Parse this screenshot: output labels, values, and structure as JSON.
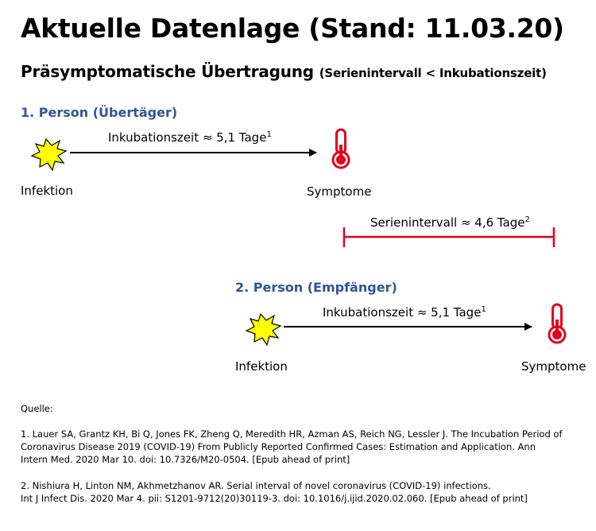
{
  "title": "Aktuelle Datenlage (Stand: 11.03.20)",
  "subtitle": "Präsymptomatische Übertragung",
  "subtitle_note": "(Serienintervall < Inkubationszeit)",
  "person1": {
    "heading": "1. Person (Übertäger)",
    "arrow_label": "Inkubationszeit ≈ 5,1 Tage",
    "arrow_sup": "1",
    "start_label": "Infektion",
    "end_label": "Symptome"
  },
  "serial_interval": {
    "label": "Serienintervall ≈ 4,6 Tage",
    "sup": "2"
  },
  "person2": {
    "heading": "2. Person (Empfänger)",
    "arrow_label": "Inkubationszeit ≈ 5,1 Tage",
    "arrow_sup": "1",
    "start_label": "Infektion",
    "end_label": "Symptome"
  },
  "sources": {
    "heading": "Quelle:",
    "ref1_line1": "1. Lauer SA, Grantz KH, Bi Q, Jones FK, Zheng Q, Meredith HR, Azman AS, Reich NG, Lessler J. The Incubation Period of",
    "ref1_line2": "Coronavirus Disease 2019 (COVID-19) From Publicly Reported Confirmed Cases: Estimation and Application. Ann",
    "ref1_line3": "Intern Med. 2020 Mar 10. doi: 10.7326/M20-0504. [Epub ahead of print]",
    "ref2_line1": "2. Nishiura H, Linton NM, Akhmetzhanov AR. Serial interval of novel coronavirus (COVID-19) infections.",
    "ref2_line2": "Int J Infect Dis. 2020 Mar 4. pii: S1201-9712(20)30119-3. doi: 10.1016/j.ijid.2020.02.060. [Epub ahead of print]"
  },
  "colors": {
    "heading_blue": "#2f5597",
    "thermometer_red": "#e3001b",
    "interval_red": "#e3001b",
    "infection_yellow": "#ffff00"
  },
  "icons": [
    "infection-burst-icon",
    "thermometer-icon"
  ]
}
